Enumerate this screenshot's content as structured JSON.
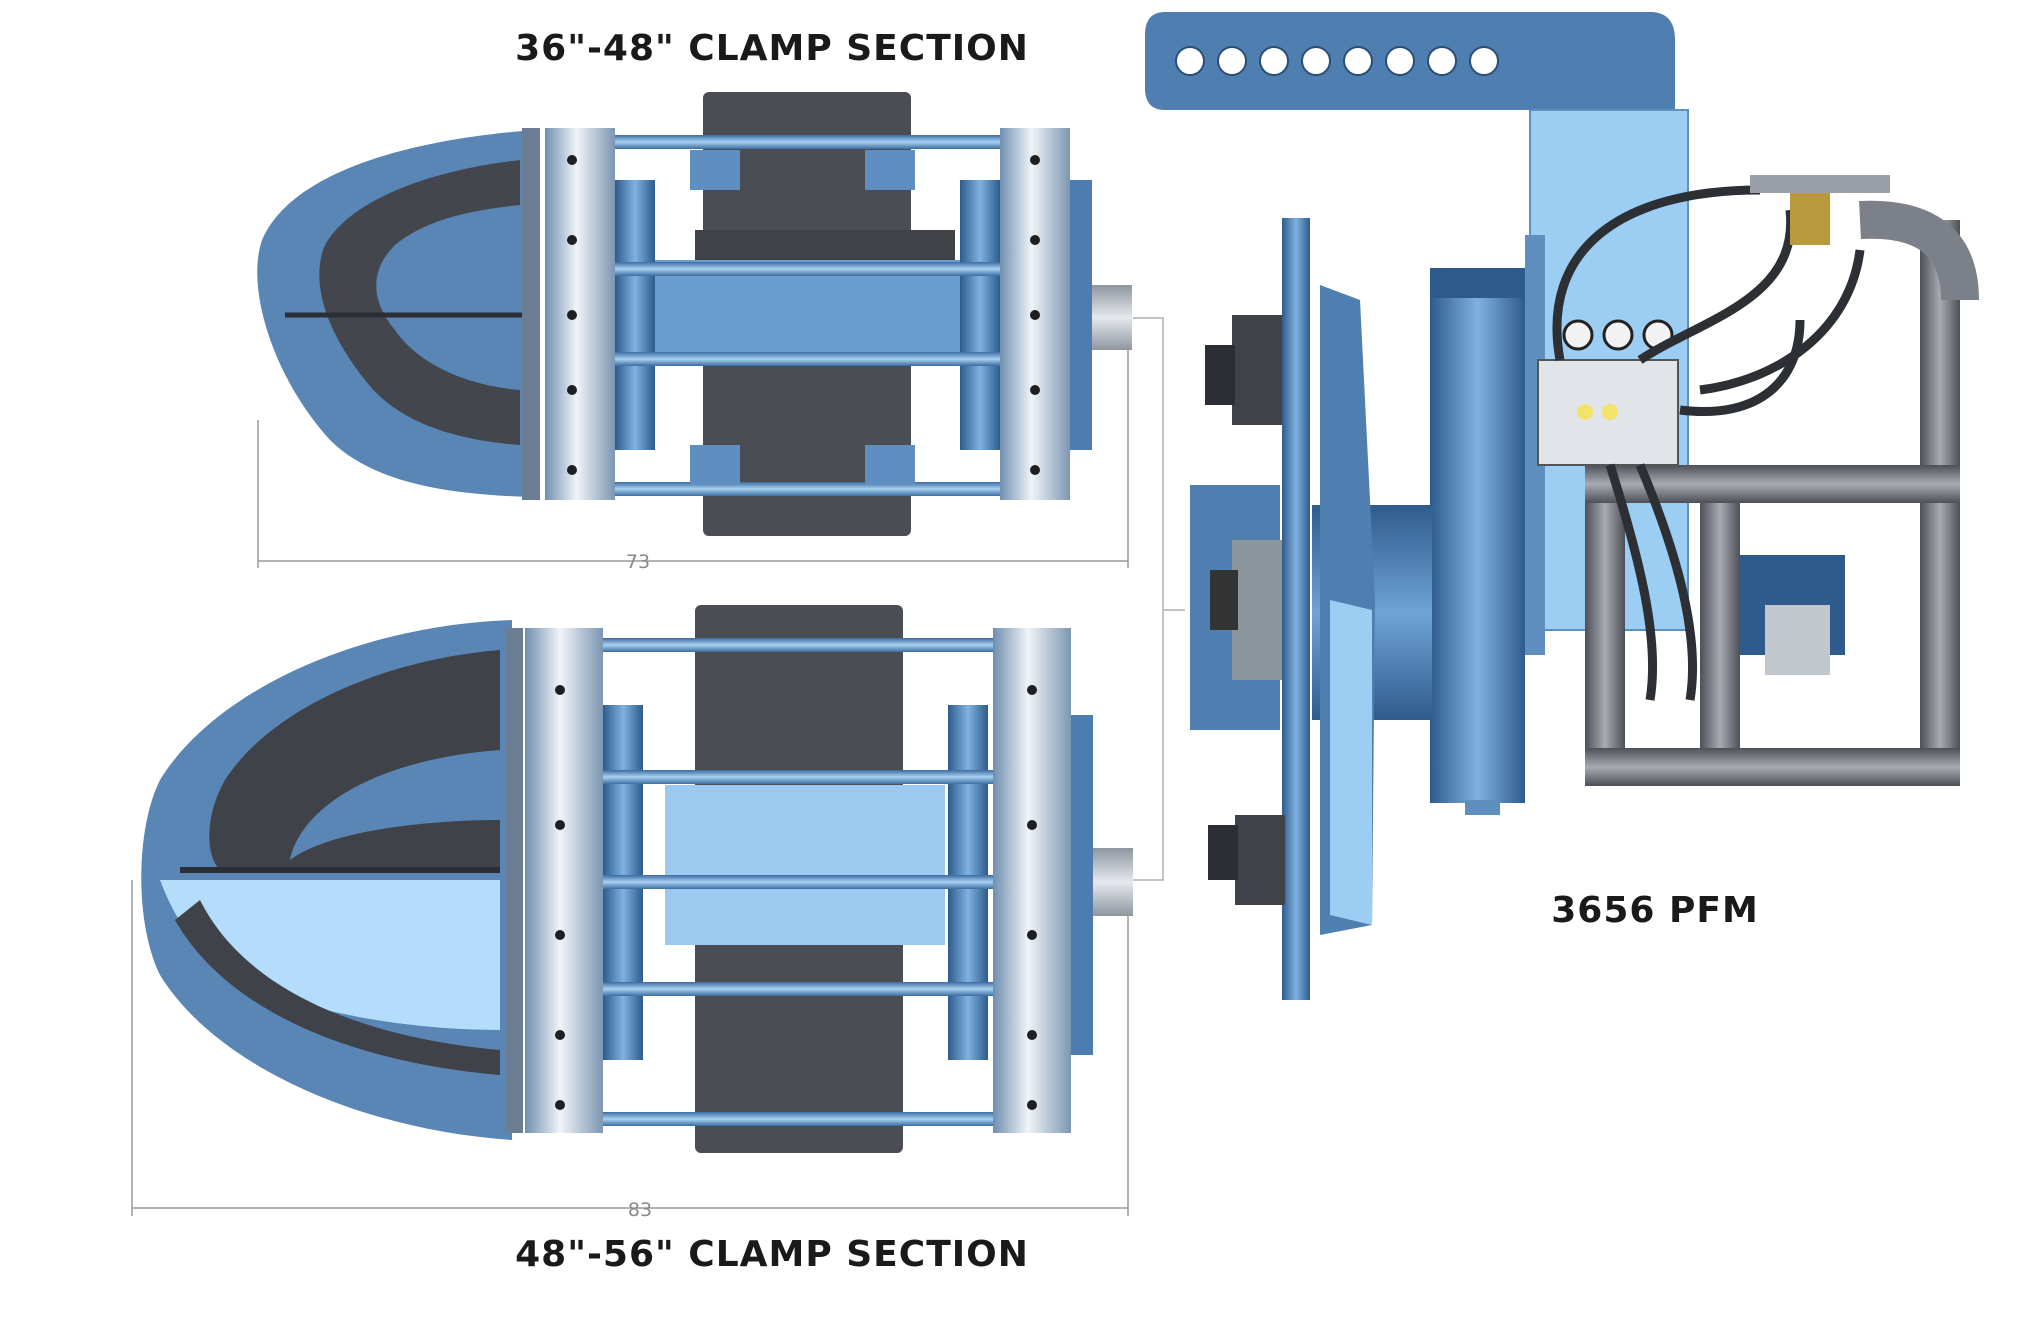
{
  "labels": {
    "top_clamp": "36\"-48\" CLAMP SECTION",
    "bottom_clamp": "48\"-56\" CLAMP SECTION",
    "pfm": "3656 PFM"
  },
  "dimensions": {
    "top_length": "73",
    "bottom_length": "83"
  },
  "colors": {
    "steel_blue": "#4f7fb0",
    "light_blue": "#9ccdf2",
    "dark_metal": "#4a4e55",
    "silver": "#d7dbe0"
  }
}
